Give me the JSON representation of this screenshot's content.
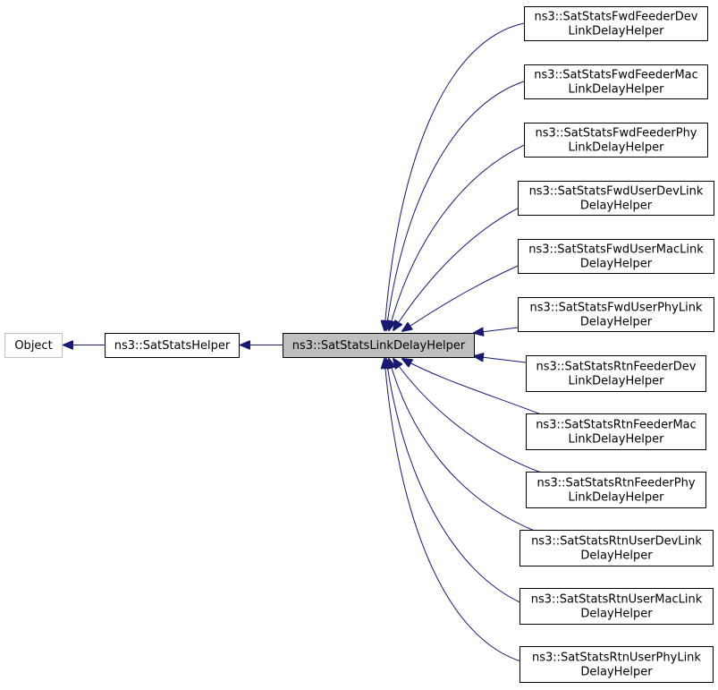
{
  "diagram": {
    "type": "inheritance-graph",
    "colors": {
      "edge": "#191970",
      "node_border": "#000000",
      "base_border": "#bfbfbf",
      "focus_fill": "#bfbfbf",
      "node_fill": "#ffffff",
      "text": "#000000"
    },
    "nodes": [
      {
        "id": "object",
        "lines": [
          "Object"
        ],
        "style": "external"
      },
      {
        "id": "sat-stats-helper",
        "lines": [
          "ns3::SatStatsHelper"
        ],
        "style": "normal"
      },
      {
        "id": "sat-stats-link-delay-helper",
        "lines": [
          "ns3::SatStatsLinkDelayHelper"
        ],
        "style": "focus"
      },
      {
        "id": "fwd-feeder-dev",
        "lines": [
          "ns3::SatStatsFwdFeederDev",
          "LinkDelayHelper"
        ],
        "style": "normal"
      },
      {
        "id": "fwd-feeder-mac",
        "lines": [
          "ns3::SatStatsFwdFeederMac",
          "LinkDelayHelper"
        ],
        "style": "normal"
      },
      {
        "id": "fwd-feeder-phy",
        "lines": [
          "ns3::SatStatsFwdFeederPhy",
          "LinkDelayHelper"
        ],
        "style": "normal"
      },
      {
        "id": "fwd-user-dev",
        "lines": [
          "ns3::SatStatsFwdUserDevLink",
          "DelayHelper"
        ],
        "style": "normal"
      },
      {
        "id": "fwd-user-mac",
        "lines": [
          "ns3::SatStatsFwdUserMacLink",
          "DelayHelper"
        ],
        "style": "normal"
      },
      {
        "id": "fwd-user-phy",
        "lines": [
          "ns3::SatStatsFwdUserPhyLink",
          "DelayHelper"
        ],
        "style": "normal"
      },
      {
        "id": "rtn-feeder-dev",
        "lines": [
          "ns3::SatStatsRtnFeederDev",
          "LinkDelayHelper"
        ],
        "style": "normal"
      },
      {
        "id": "rtn-feeder-mac",
        "lines": [
          "ns3::SatStatsRtnFeederMac",
          "LinkDelayHelper"
        ],
        "style": "normal"
      },
      {
        "id": "rtn-feeder-phy",
        "lines": [
          "ns3::SatStatsRtnFeederPhy",
          "LinkDelayHelper"
        ],
        "style": "normal"
      },
      {
        "id": "rtn-user-dev",
        "lines": [
          "ns3::SatStatsRtnUserDevLink",
          "DelayHelper"
        ],
        "style": "normal"
      },
      {
        "id": "rtn-user-mac",
        "lines": [
          "ns3::SatStatsRtnUserMacLink",
          "DelayHelper"
        ],
        "style": "normal"
      },
      {
        "id": "rtn-user-phy",
        "lines": [
          "ns3::SatStatsRtnUserPhyLink",
          "DelayHelper"
        ],
        "style": "normal"
      }
    ],
    "edges": [
      {
        "from": "sat-stats-helper",
        "to": "object"
      },
      {
        "from": "sat-stats-link-delay-helper",
        "to": "sat-stats-helper"
      },
      {
        "from": "fwd-feeder-dev",
        "to": "sat-stats-link-delay-helper"
      },
      {
        "from": "fwd-feeder-mac",
        "to": "sat-stats-link-delay-helper"
      },
      {
        "from": "fwd-feeder-phy",
        "to": "sat-stats-link-delay-helper"
      },
      {
        "from": "fwd-user-dev",
        "to": "sat-stats-link-delay-helper"
      },
      {
        "from": "fwd-user-mac",
        "to": "sat-stats-link-delay-helper"
      },
      {
        "from": "fwd-user-phy",
        "to": "sat-stats-link-delay-helper"
      },
      {
        "from": "rtn-feeder-dev",
        "to": "sat-stats-link-delay-helper"
      },
      {
        "from": "rtn-feeder-mac",
        "to": "sat-stats-link-delay-helper"
      },
      {
        "from": "rtn-feeder-phy",
        "to": "sat-stats-link-delay-helper"
      },
      {
        "from": "rtn-user-dev",
        "to": "sat-stats-link-delay-helper"
      },
      {
        "from": "rtn-user-mac",
        "to": "sat-stats-link-delay-helper"
      },
      {
        "from": "rtn-user-phy",
        "to": "sat-stats-link-delay-helper"
      }
    ]
  }
}
